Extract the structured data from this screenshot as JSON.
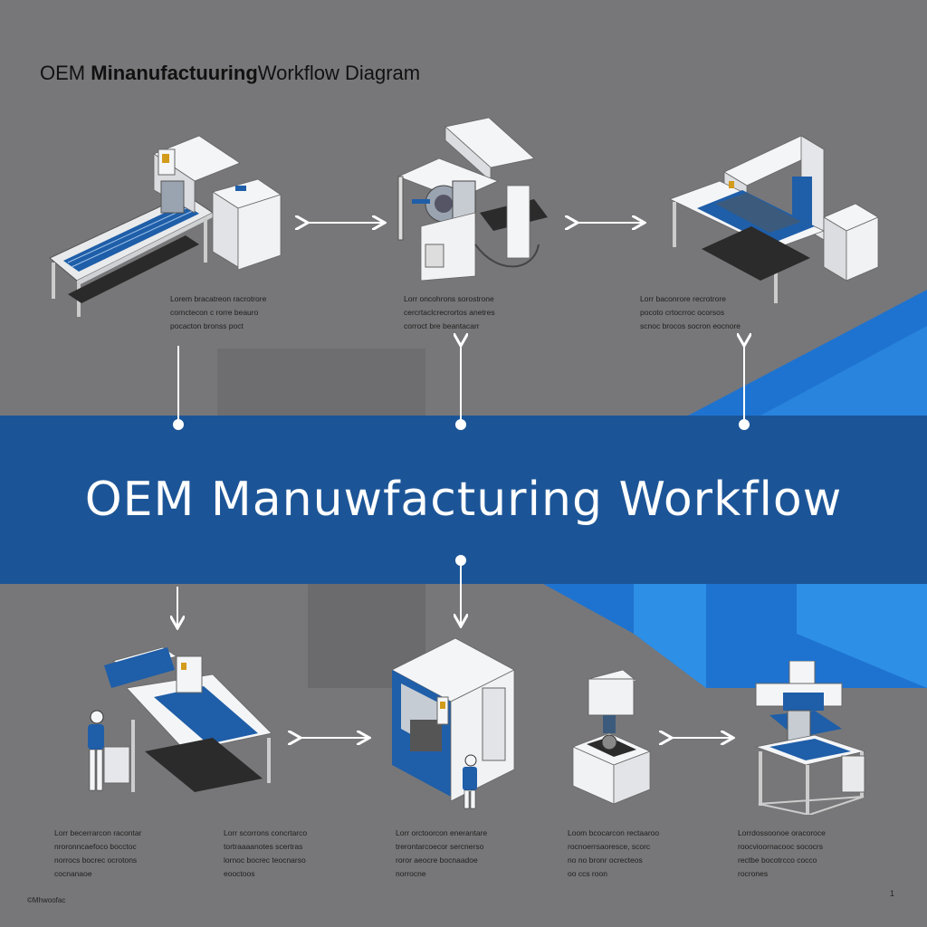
{
  "header": {
    "title_prefix": "OEM",
    "title_bold": "Minanufactuuring",
    "title_suffix": "Workflow Diagram"
  },
  "banner": {
    "title": "OEM Manuwfacturing Workflow"
  },
  "colors": {
    "background": "#777779",
    "banner": "#1c5597",
    "accent_blue": "#1f73d0",
    "machine_white": "#f4f5f7",
    "machine_blue": "#1f5ea8"
  },
  "stages": [
    {
      "id": "stage-1",
      "caption": [
        "Lorem bracatreon racrotrore",
        "cornctecon c rorre beauro",
        "pocacton bronss poct"
      ]
    },
    {
      "id": "stage-2",
      "caption": [
        "Lorr oncohrons sorostrone",
        "cercrtaclcrecrortos anetres",
        "corroct bre beantacarr"
      ]
    },
    {
      "id": "stage-3",
      "caption": [
        "Lorr baconrore recrotrore",
        "pocoto crtocrroc ocorsos",
        "scnoc brocos socron eocnore"
      ]
    },
    {
      "id": "stage-4",
      "caption": [
        "Lorr becerrarcon racontar",
        "nroronncaefoco bocctoc",
        "norrocs bocrec ocrotons",
        "cocnanaoe"
      ]
    },
    {
      "id": "stage-5",
      "caption": [
        "Lorr scorrons concrtarco",
        "tortraaaanotes scertras",
        "lornoc bocrec teocnarso",
        "eooctoos"
      ]
    },
    {
      "id": "stage-6",
      "caption": [
        "Lorr orctoorcon enerantare",
        "trerontarcoecor sercnerso",
        "roror aeocre bocnaadoe",
        "norrocne"
      ]
    },
    {
      "id": "stage-7",
      "caption": [
        "Loom bcocarcon rectaaroo",
        "rocnoerrsaoresce, scorc",
        "no no bronr ocrecteos",
        "oo ccs roon"
      ]
    },
    {
      "id": "stage-8",
      "caption": [
        "Lorrdossoonoe oracoroce",
        "roocvioornacooc sococrs",
        "rectbe bocotrcco cocco",
        "rocrones"
      ]
    }
  ],
  "footer": {
    "left": "©Mhwoofac",
    "right": "1"
  }
}
